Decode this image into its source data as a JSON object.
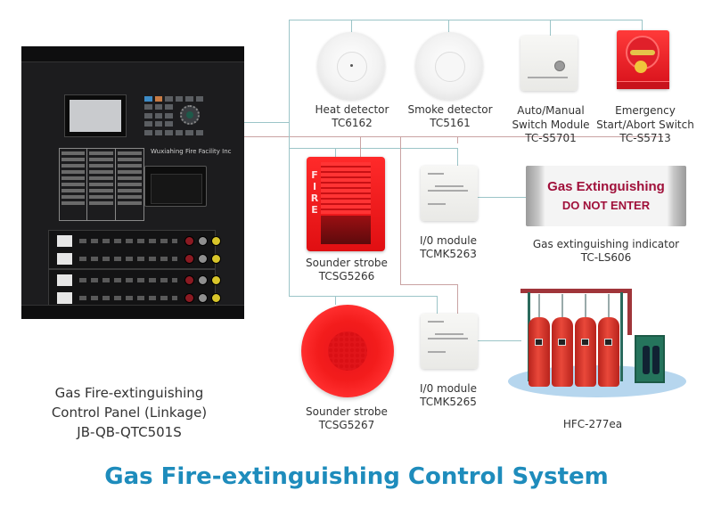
{
  "title": "Gas Fire-extinguishing Control System",
  "panel": {
    "brand_text": "Wuxiahing Fire Facility Inc",
    "caption_lines": [
      "Gas Fire-extinguishing",
      "Control Panel (Linkage)",
      "JB-QB-QTC501S"
    ]
  },
  "devices": {
    "heat_detector": {
      "name": "Heat detector",
      "model": "TC6162"
    },
    "smoke_detector": {
      "name": "Smoke detector",
      "model": "TC5161"
    },
    "auto_manual": {
      "name_lines": [
        "Auto/Manual",
        "Switch Module"
      ],
      "model": "TC-S5701"
    },
    "emergency_switch": {
      "name_lines": [
        "Emergency",
        "Start/Abort Switch"
      ],
      "model": "TC-S5713"
    },
    "sounder_strobe_1": {
      "name": "Sounder strobe",
      "model": "TCSG5266",
      "fire_text": "F I R E"
    },
    "io_module_1": {
      "name": "I/0 module",
      "model": "TCMK5263"
    },
    "indicator": {
      "name": "Gas extinguishing indicator",
      "model": "TC-LS606",
      "sign_line1": "Gas Extinguishing",
      "sign_line2": "DO NOT ENTER"
    },
    "sounder_strobe_2": {
      "name": "Sounder strobe",
      "model": "TCSG5267"
    },
    "io_module_2": {
      "name": "I/0 module",
      "model": "TCMK5265"
    },
    "agent": {
      "name": "HFC-277ea"
    }
  },
  "colors": {
    "title": "#1e8cbc",
    "wire_teal": "#9cc5c8",
    "wire_red": "#c9a3a3",
    "sign_text": "#a0103a"
  }
}
